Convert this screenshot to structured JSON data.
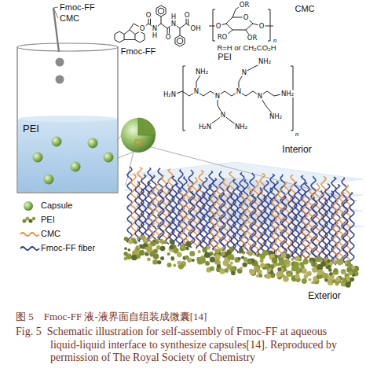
{
  "diagram": {
    "caption": "图 5　Fmoc-FF 液-液界面自组装成微囊[14]",
    "nodes": [
      {
        "text": [
          "PEI"
        ]
      }
    ],
    "labels": [
      "Fmoc-FF",
      "CMC",
      "Fmoc-FF",
      "CMC",
      "PEI",
      "R=H or CH₂CO₂H",
      "n",
      "n",
      "Interior",
      "Exterior",
      "Fig. 5  Schematic illustration for self-assembly of Fmoc-FF at aqueous liquid-liquid interface to synthesize capsules[14]. Reproduced by permission of The Royal Society of Chemistry",
      "O",
      "O",
      "N",
      "H",
      "O",
      "N",
      "H",
      "O",
      "OH",
      "OR",
      "O",
      "O",
      "RO",
      "OR",
      "O",
      "H₂N",
      "N",
      "N",
      "N",
      "N",
      "NH₂",
      "NH₂",
      "N",
      "H₂N",
      "NH₂",
      "N",
      "NH₂",
      "NH₂"
    ],
    "legend": [
      {
        "text": "Capsule"
      },
      {
        "text": "PEI"
      },
      {
        "text": "CMC"
      },
      {
        "text": "Fmoc-FF fiber"
      }
    ]
  }
}
